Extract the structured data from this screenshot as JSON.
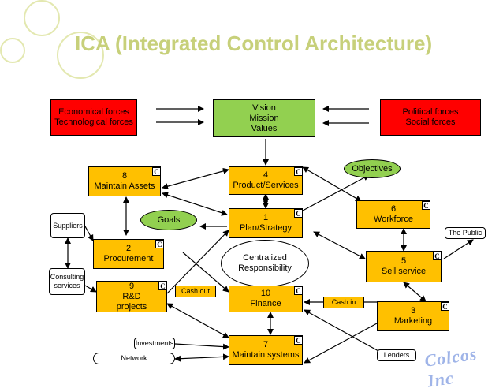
{
  "title": "ICA (Integrated Control Architecture)",
  "forces": {
    "left": [
      "Economical forces",
      "Technological forces"
    ],
    "center": [
      "Vision",
      "Mission",
      "Values"
    ],
    "right": [
      "Political forces",
      "Social forces"
    ]
  },
  "boxes": {
    "b8": [
      "8",
      "Maintain Assets"
    ],
    "b4": [
      "4",
      "Product/Services"
    ],
    "b1": [
      "1",
      "Plan/Strategy"
    ],
    "b6": [
      "6",
      "Workforce"
    ],
    "b2": [
      "2",
      "Procurement"
    ],
    "b5": [
      "5",
      "Sell service"
    ],
    "b9": [
      "9",
      "R&D",
      "projects"
    ],
    "b10": [
      "10",
      "Finance"
    ],
    "b3": [
      "3",
      "Marketing"
    ],
    "b7": [
      "7",
      "Maintain systems"
    ]
  },
  "badge": "C",
  "ellipses": {
    "objectives": "Objectives",
    "goals": "Goals",
    "central": [
      "Centralized",
      "Responsibility"
    ]
  },
  "small": {
    "suppliers": "Suppliers",
    "consulting": [
      "Consulting",
      "services"
    ],
    "cash_out": "Cash out",
    "cash_in": "Cash in",
    "investments": "Investments",
    "network": "Network",
    "lenders": "Lenders",
    "public": "The Public"
  },
  "logo": "Colcos Inc"
}
